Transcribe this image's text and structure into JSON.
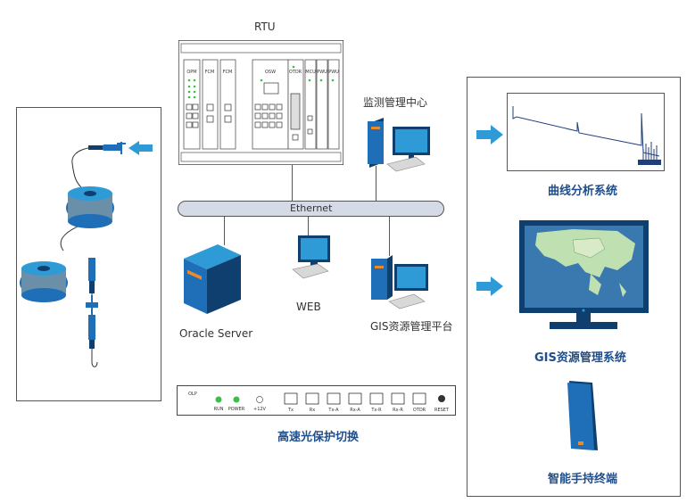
{
  "rtu": {
    "title": "RTU",
    "cards": [
      "OPM",
      "FCM",
      "FCM",
      "OSW",
      "OTDR",
      "MCU",
      "PWU",
      "PWU"
    ]
  },
  "ethernet": {
    "label": "Ethernet"
  },
  "monitor_center": {
    "label": "监测管理中心"
  },
  "oracle": {
    "label": "Oracle Server"
  },
  "web": {
    "label": "WEB"
  },
  "gis_platform": {
    "label": "GIS资源管理平台"
  },
  "olp": {
    "title": "OLP",
    "leds": [
      "RUN",
      "POWER",
      "+12V"
    ],
    "ports": [
      "Tx",
      "Rx",
      "Tx-A",
      "Rx-A",
      "Tx-R",
      "Rx-R",
      "OTDR"
    ],
    "reset": "RESET",
    "caption": "高速光保护切换"
  },
  "right_panel": {
    "curve_label": "曲线分析系统",
    "gis_system_label": "GIS资源管理系统",
    "mobile_label": "智能手持终端"
  },
  "colors": {
    "accent": "#2e9bd6",
    "device_blue": "#1e6fb8",
    "label_blue": "#1f4e8c",
    "bus": "#d4dbe6"
  }
}
